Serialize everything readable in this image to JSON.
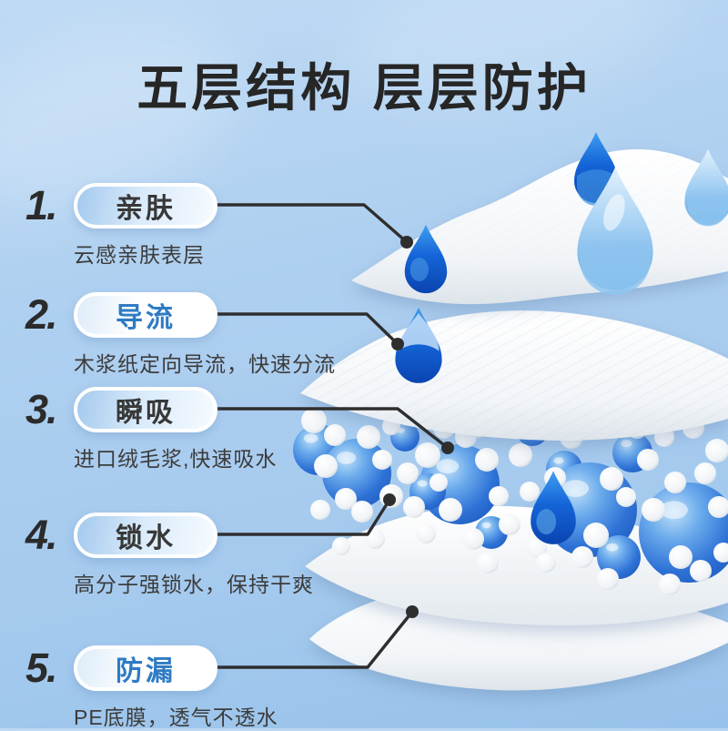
{
  "title": "五层结构 层层防护",
  "items": [
    {
      "number": "1.",
      "label": "亲肤",
      "description": "云感亲肤表层",
      "pill_style": "gradient-blue"
    },
    {
      "number": "2.",
      "label": "导流",
      "description": "木浆纸定向导流，快速分流",
      "pill_style": "white"
    },
    {
      "number": "3.",
      "label": "瞬吸",
      "description": "进口绒毛浆,快速吸水",
      "pill_style": "gradient-blue"
    },
    {
      "number": "4.",
      "label": "锁水",
      "description": "高分子强锁水，保持干爽",
      "pill_style": "gradient-blue"
    },
    {
      "number": "5.",
      "label": "防漏",
      "description": "PE底膜，透气不透水",
      "pill_style": "white"
    }
  ],
  "colors": {
    "background": "#aed0f0",
    "title_text": "#262626",
    "number_text": "#2b2b2b",
    "pill_border": "#ffffff",
    "pill_gradient_start": "#a3c9ee",
    "pill_text_dark": "#383838",
    "pill_text_blue": "#2e7bc4",
    "description_text": "#3c3c3c",
    "connector_line": "#2e2e2e",
    "water_drop_dark": "#1565d8",
    "water_drop_light": "#a8d2f4",
    "gel_bead_blue": "#2e72d6",
    "fluff_bead_white": "#ffffff",
    "sheet_white": "#f7f9fb"
  },
  "illustration_icons": [
    "water-drop-icon",
    "gel-bead-icon",
    "fluff-bead-icon",
    "fabric-sheet-icon"
  ]
}
